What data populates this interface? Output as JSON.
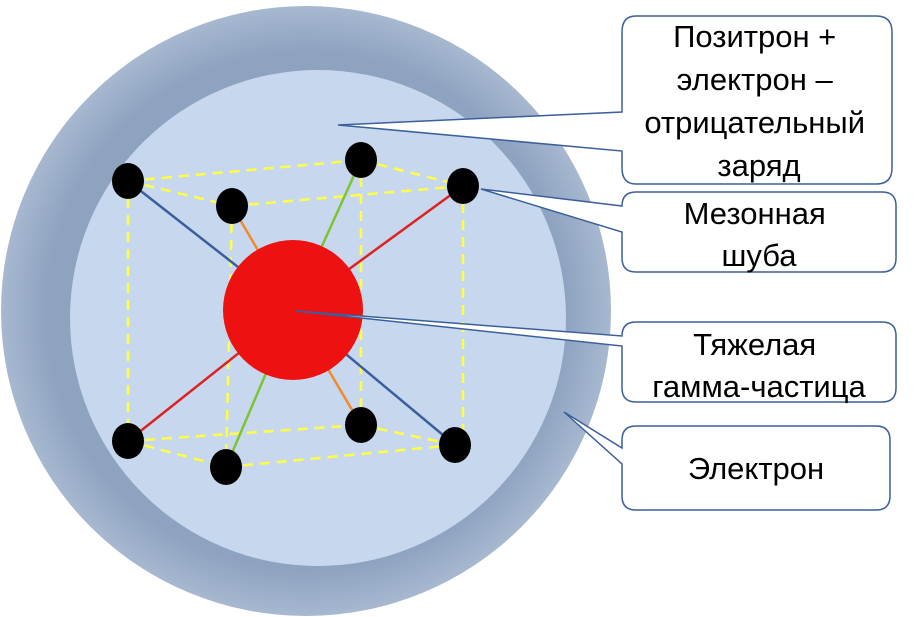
{
  "labels": {
    "positron_electron": [
      "Позитрон +",
      "электрон –",
      "отрицательный",
      "заряд"
    ],
    "meson_coat": [
      "Мезонная",
      "шуба"
    ],
    "heavy_gamma": [
      "Тяжелая",
      "гамма-частица"
    ],
    "electron": [
      "Электрон"
    ]
  },
  "colors": {
    "outer_shell": "#97aac4",
    "inner_sphere": "#c7d8ee",
    "core": "#ee1111",
    "particle": "#000000",
    "cube_edges": "#ffff44",
    "bond_red": "#dd2222",
    "bond_blue": "#3a5f9c",
    "bond_green": "#7cc532",
    "bond_orange": "#f08a2a",
    "callout_border": "#3a5f9c"
  }
}
